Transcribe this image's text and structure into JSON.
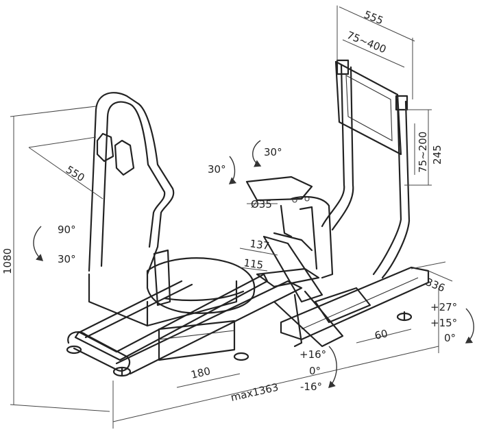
{
  "labels": {
    "seat_depth": "550",
    "seat_height": "1080",
    "overall_length": "max1363",
    "seat_slide": "180",
    "back_angle_max": "90°",
    "back_angle_min": "30°",
    "monitor_width": "555",
    "vesa_horizontal": "75~400",
    "vesa_vertical": "75~200",
    "monitor_mount_height": "245",
    "wheel_rotate_1": "30°",
    "wheel_rotate_2": "30°",
    "tube_diameter": "Ø35",
    "pedal_width": "137",
    "pedal_depth": "115",
    "base_width": "336",
    "base_slide": "60",
    "pedal_angle_up": "+16°",
    "pedal_angle_zero": "0°",
    "pedal_angle_down": "-16°",
    "shifter_angle_up": "+27°",
    "shifter_angle_mid": "+15°",
    "shifter_angle_zero": "0°"
  }
}
